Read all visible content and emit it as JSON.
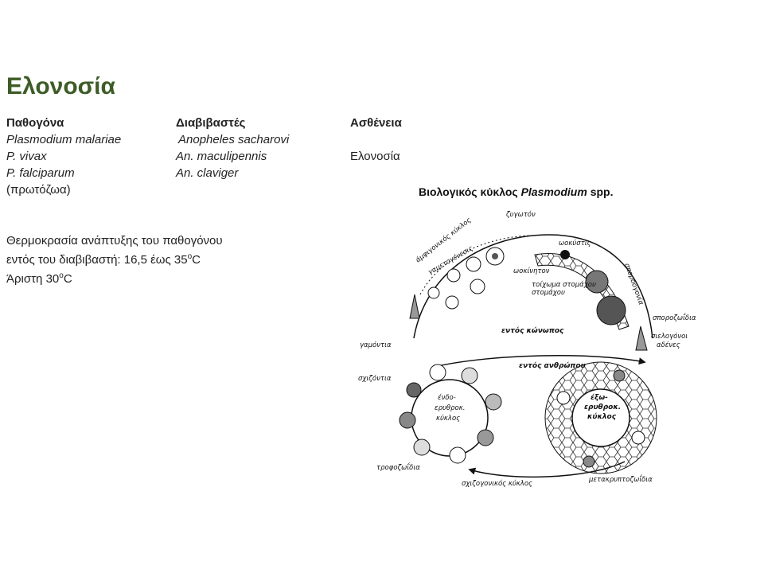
{
  "title": "Ελονοσία",
  "columns": {
    "pathogens": {
      "header": "Παθογόνα",
      "items": [
        "Plasmodium malariae",
        "P. vivax",
        "P. falciparum"
      ],
      "note": "(πρωτόζωα)"
    },
    "vectors": {
      "header": "Διαβιβαστές",
      "items": [
        "Anopheles sacharovi",
        "An. maculipennis",
        "An. claviger"
      ]
    },
    "disease": {
      "header": "Ασθένεια",
      "value": "Ελονοσία"
    }
  },
  "temperature": {
    "line1": "Θερμοκρασία ανάπτυξης του παθογόνου",
    "line2_prefix": "εντός του διαβιβαστή: 16,5 έως 35",
    "line2_sup": "ο",
    "line2_suffix": "C",
    "line3_prefix": "Άριστη 30",
    "line3_sup": "ο",
    "line3_suffix": "C"
  },
  "diagram": {
    "caption_prefix": "Βιολογικός κύκλος ",
    "caption_italic": "Plasmodium",
    "caption_suffix": " spp.",
    "labels": {
      "sexual_cycle": "άμφιγονικός κύκλος",
      "gametogenesis": "γαμετογένεσις",
      "zygote": "ζυγωτόν",
      "oocyst": "ωοκύστις",
      "ookinete": "ωοκίνητον",
      "stomach_wall": "τοίχωμα στομάχου",
      "stomach_wall_2": "στομάχου",
      "sporogony": "σποροογονία",
      "sporozoites": "σποροζωΐδια",
      "salivary": "σιελογόνοι",
      "salivary_2": "αδένες",
      "in_mosquito": "εντός κώνωπος",
      "gametocytes": "γαμόντια",
      "in_human": "εντός ανθρώπου",
      "schizonts": "σχιζόντια",
      "endo": "ένδο-",
      "endo_2": "ερυθροκ.",
      "endo_3": "κύκλος",
      "exo": "έξω-",
      "exo_2": "ερυθροκ.",
      "exo_3": "κύκλος",
      "trophozoites": "τροφοζωΐδια",
      "schizogony": "σχιζογονικός κύκλος",
      "metacryptozoites": "μετακρυπτοζωΐδια"
    }
  }
}
